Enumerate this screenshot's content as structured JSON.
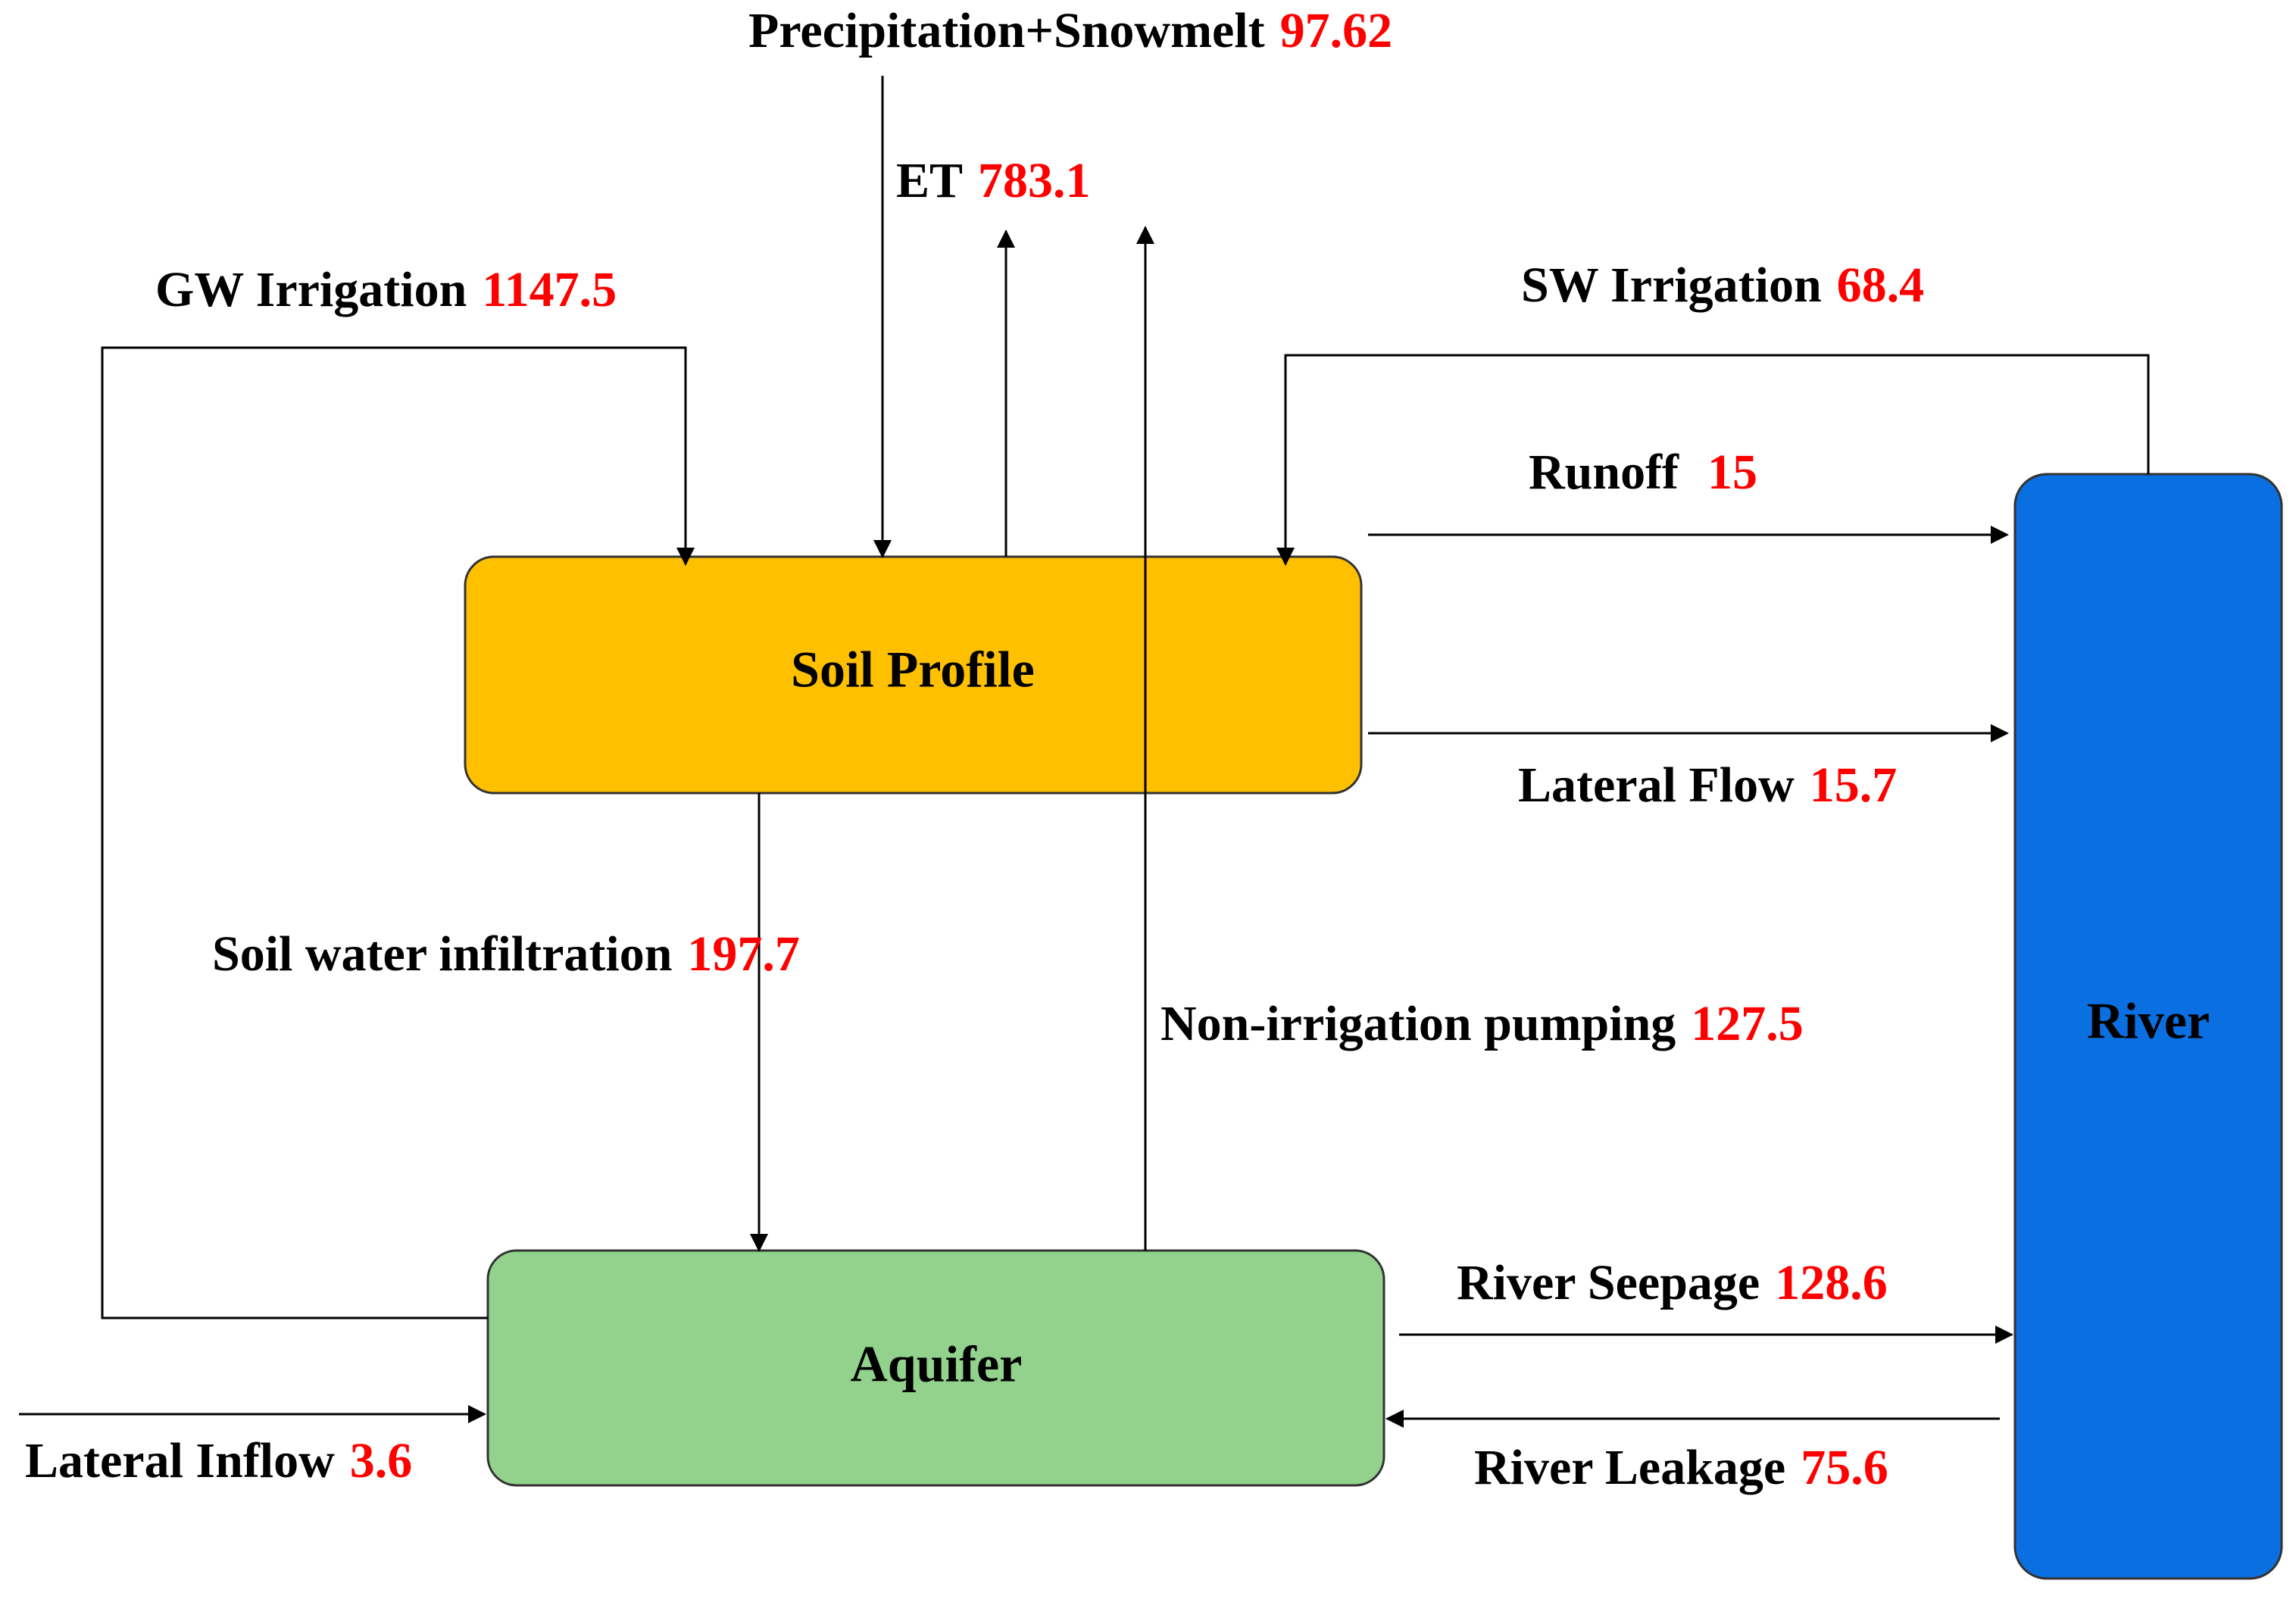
{
  "colors": {
    "soil": "#ffc000",
    "aquifer": "#92d28c",
    "river": "#0a6fe0",
    "value": "#ff0000"
  },
  "nodes": {
    "soil_profile": "Soil Profile",
    "aquifer": "Aquifer",
    "river": "River"
  },
  "flows": {
    "precipitation": {
      "name": "Precipitation+Snowmelt",
      "value": "97.62"
    },
    "et": {
      "name": "ET",
      "value": "783.1"
    },
    "gw_irrigation": {
      "name": "GW Irrigation",
      "value": "1147.5"
    },
    "sw_irrigation": {
      "name": "SW Irrigation",
      "value": "68.4"
    },
    "runoff": {
      "name": "Runoff",
      "value": "15"
    },
    "lateral_flow": {
      "name": "Lateral Flow",
      "value": "15.7"
    },
    "soil_infiltration": {
      "name": "Soil water infiltration",
      "value": "197.7"
    },
    "non_irrigation_pumping": {
      "name": "Non-irrigation pumping",
      "value": "127.5"
    },
    "river_seepage": {
      "name": "River Seepage",
      "value": "128.6"
    },
    "river_leakage": {
      "name": "River Leakage",
      "value": "75.6"
    },
    "lateral_inflow": {
      "name": "Lateral Inflow",
      "value": "3.6"
    }
  }
}
